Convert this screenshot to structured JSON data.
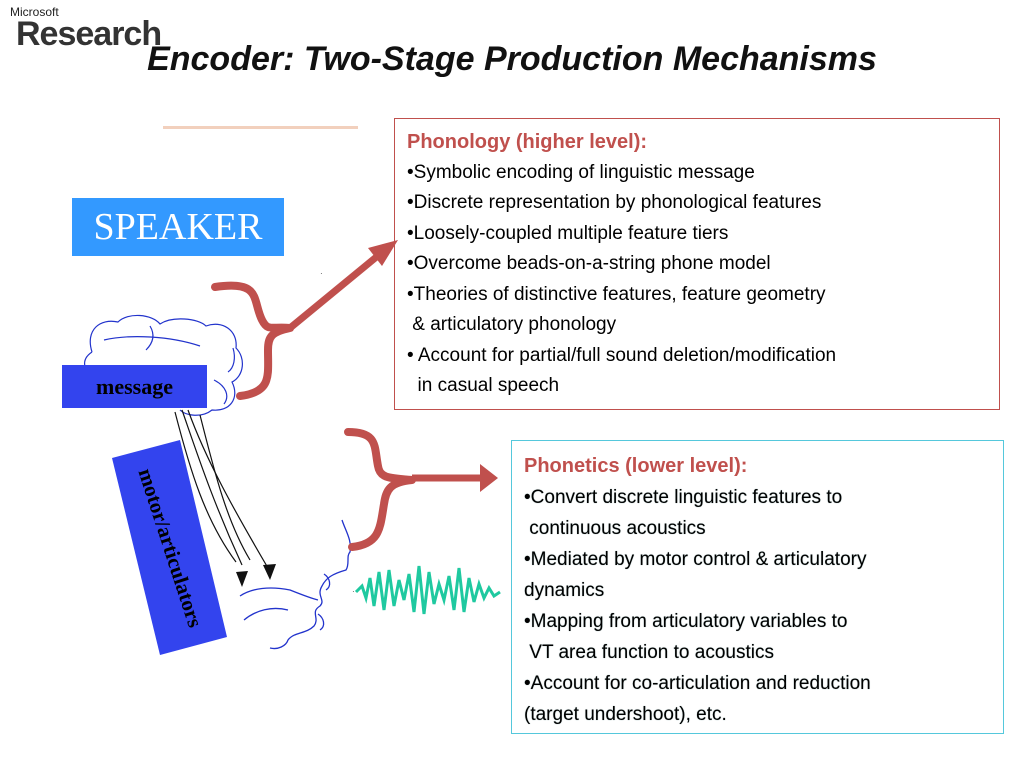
{
  "logo": {
    "top": "Microsoft",
    "main": "Research"
  },
  "title": "Encoder: Two-Stage Production Mechanisms",
  "speaker_label": "SPEAKER",
  "message_label": "message",
  "motor_label": "motor/articulators",
  "phonology": {
    "heading": "Phonology (higher level):",
    "lines": [
      "•Symbolic encoding of linguistic message",
      "•Discrete representation by phonological features",
      "•Loosely-coupled multiple feature tiers",
      "•Overcome beads-on-a-string phone model",
      "•Theories of distinctive features, feature geometry",
      " & articulatory phonology",
      "• Account for partial/full sound deletion/modification",
      "  in casual speech"
    ]
  },
  "phonetics": {
    "heading": "Phonetics (lower level):",
    "lines": [
      "•Convert discrete linguistic features to",
      " continuous acoustics",
      "•Mediated by motor control & articulatory",
      "dynamics",
      "•Mapping from articulatory variables to",
      " VT area function to acoustics",
      "•Account for co-articulation and reduction",
      "(target undershoot), etc."
    ]
  },
  "colors": {
    "speaker_bg": "#3399ff",
    "message_bg": "#3344ee",
    "brace": "#c0504d",
    "phonology_heading": "#c0504d",
    "phonetics_border": "#55c8dc",
    "waveform": "#1fc9a0"
  }
}
